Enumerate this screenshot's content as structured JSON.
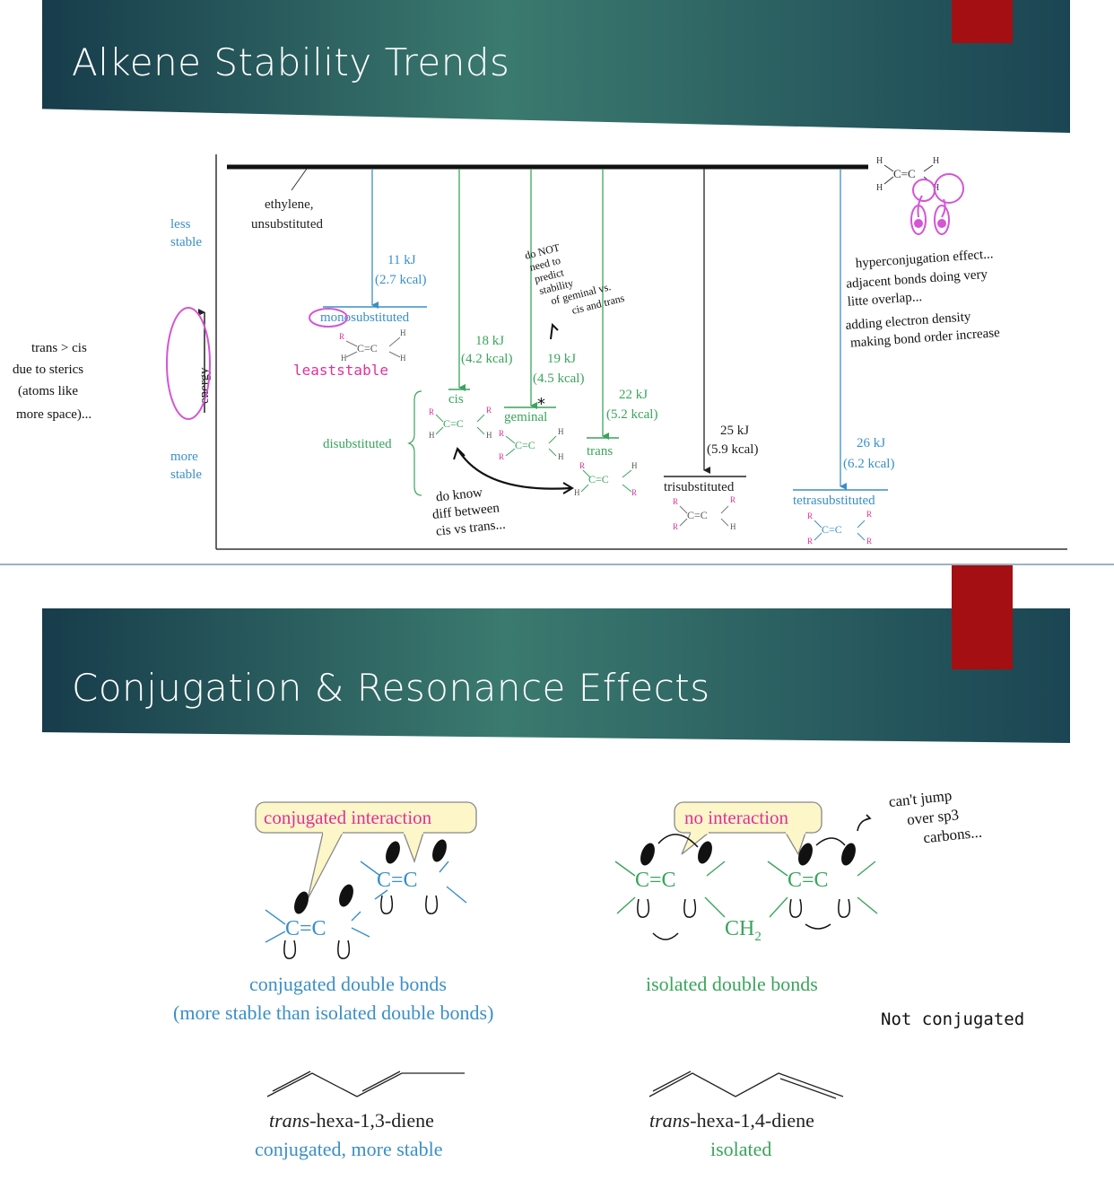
{
  "slides": [
    {
      "title": "Alkene Stability Trends",
      "axis": {
        "top_label": [
          "less",
          "stable"
        ],
        "bottom_label": [
          "more",
          "stable"
        ],
        "y_label": "energy"
      },
      "reference": {
        "label": [
          "ethylene,",
          "unsubstituted"
        ]
      },
      "levels": [
        {
          "name": "monosubstituted",
          "kj": "11 kJ",
          "kcal": "(2.7 kcal)"
        },
        {
          "name": "cis",
          "kj": "18 kJ",
          "kcal": "(4.2 kcal)"
        },
        {
          "name": "geminal",
          "kj": "19 kJ",
          "kcal": "(4.5 kcal)"
        },
        {
          "name": "trans",
          "kj": "22 kJ",
          "kcal": "(5.2 kcal)"
        },
        {
          "name": "trisubstituted",
          "kj": "25 kJ",
          "kcal": "(5.9 kcal)"
        },
        {
          "name": "tetrasubstituted",
          "kj": "26 kJ",
          "kcal": "(6.2 kcal)"
        }
      ],
      "group_label": "disubstituted",
      "atoms": {
        "R": "R",
        "H": "H",
        "CC": "C=C"
      },
      "annotations": {
        "left": [
          "trans > cis",
          "due to sterics",
          "(atoms like",
          "more space)..."
        ],
        "least_stable": "leaststable",
        "geminal_note": [
          "do NOT",
          "need to",
          "predict",
          "stability",
          "of geminal vs.",
          "cis and trans"
        ],
        "cis_trans_note": [
          "do know",
          "diff between",
          "cis vs trans..."
        ],
        "hyperconj": [
          "hyperconjugation effect...",
          "adjacent bonds doing very",
          "litte overlap...",
          "adding electron density",
          "making bond order increase"
        ]
      }
    },
    {
      "title": "Conjugation & Resonance Effects",
      "left": {
        "callout": "conjugated interaction",
        "caption1": "conjugated double bonds",
        "caption2": "(more stable than isolated double bonds)",
        "name_prefix": "trans",
        "name_suffix": "-hexa-1,3-diene",
        "sub": "conjugated, more stable"
      },
      "right": {
        "callout": "no interaction",
        "caption1": "isolated double bonds",
        "ch2": "CH",
        "ch2_sub": "2",
        "name_prefix": "trans",
        "name_suffix": "-hexa-1,4-diene",
        "sub": "isolated"
      },
      "annotations": {
        "sp3": [
          "can't jump",
          "over sp3",
          "carbons..."
        ],
        "not_conjugated": "Not conjugated"
      }
    }
  ],
  "colors": {
    "blue": "#3a8fc7",
    "green": "#3aa45c",
    "magenta": "#e0309a",
    "pink_ink": "#d455d6",
    "dark": "#222222",
    "callout_fill": "#fdf6c8"
  }
}
